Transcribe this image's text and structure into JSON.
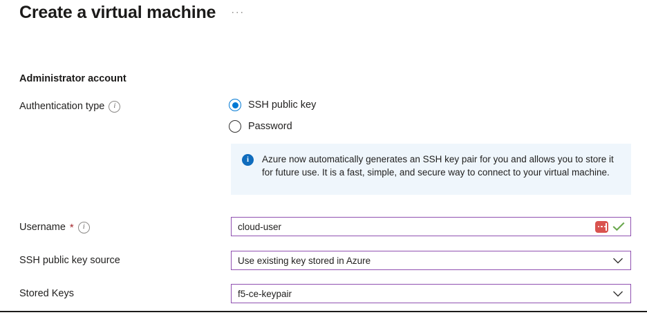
{
  "header": {
    "title": "Create a virtual machine",
    "more_menu": "···"
  },
  "form": {
    "section_title": "Administrator account",
    "auth_type": {
      "label": "Authentication type",
      "info_icon": "info-icon",
      "options": [
        {
          "label": "SSH public key",
          "selected": true
        },
        {
          "label": "Password",
          "selected": false
        }
      ]
    },
    "info_banner": {
      "icon": "info-filled-icon",
      "text": "Azure now automatically generates an SSH key pair for you and allows you to store it for future use. It is a fast, simple, and secure way to connect to your virtual machine."
    },
    "username": {
      "label": "Username",
      "required_marker": "*",
      "info_icon": "info-icon",
      "value": "cloud-user",
      "password_manager_icon": "password-manager-icon",
      "validation_icon": "checkmark-icon"
    },
    "key_source": {
      "label": "SSH public key source",
      "value": "Use existing key stored in Azure",
      "chevron": "chevron-down-icon"
    },
    "stored_keys": {
      "label": "Stored Keys",
      "value": "f5-ce-keypair",
      "chevron": "chevron-down-icon"
    }
  },
  "colors": {
    "accent_blue": "#0078d4",
    "banner_bg": "#eff6fc",
    "banner_icon": "#0f6cbd",
    "field_border": "#8f4fb0",
    "required_star": "#a4262c",
    "valid_green": "#6aa84f",
    "pwmgr_red": "#d9534f"
  }
}
